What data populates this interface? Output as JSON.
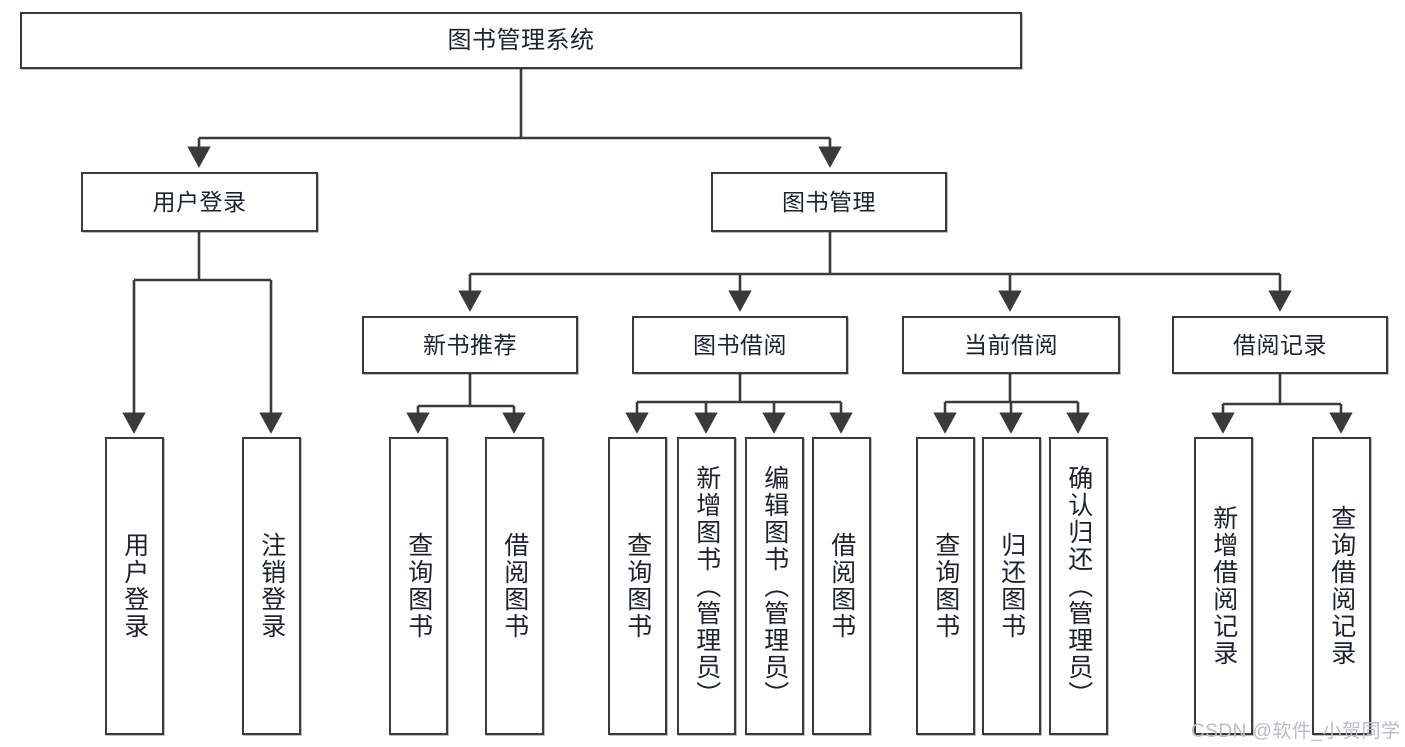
{
  "diagram": {
    "title": "图书管理系统",
    "type": "tree-hierarchy",
    "orientation": "top-down",
    "colors": {
      "box_border": "#3a3a3a",
      "box_fill": "#ffffff",
      "edge": "#3a3a3a",
      "text": "#1d2230",
      "watermark": "#b9bcc2"
    }
  },
  "root": {
    "label": "图书管理系统"
  },
  "level2": [
    {
      "label": "用户登录"
    },
    {
      "label": "图书管理"
    }
  ],
  "level3": [
    {
      "label": "新书推荐"
    },
    {
      "label": "图书借阅"
    },
    {
      "label": "当前借阅"
    },
    {
      "label": "借阅记录"
    }
  ],
  "leaves": {
    "user_login": [
      {
        "label": "用户登录"
      },
      {
        "label": "注销登录"
      }
    ],
    "new_book_recommend": [
      {
        "label": "查询图书"
      },
      {
        "label": "借阅图书"
      }
    ],
    "book_borrow": [
      {
        "label": "查询图书"
      },
      {
        "label": "新增图书（管理员）"
      },
      {
        "label": "编辑图书（管理员）"
      },
      {
        "label": "借阅图书"
      }
    ],
    "current_borrow": [
      {
        "label": "查询图书"
      },
      {
        "label": "归还图书"
      },
      {
        "label": "确认归还（管理员）"
      }
    ],
    "borrow_record": [
      {
        "label": "新增借阅记录"
      },
      {
        "label": "查询借阅记录"
      }
    ]
  },
  "watermark": {
    "text": "CSDN @软件_小贺同学"
  }
}
